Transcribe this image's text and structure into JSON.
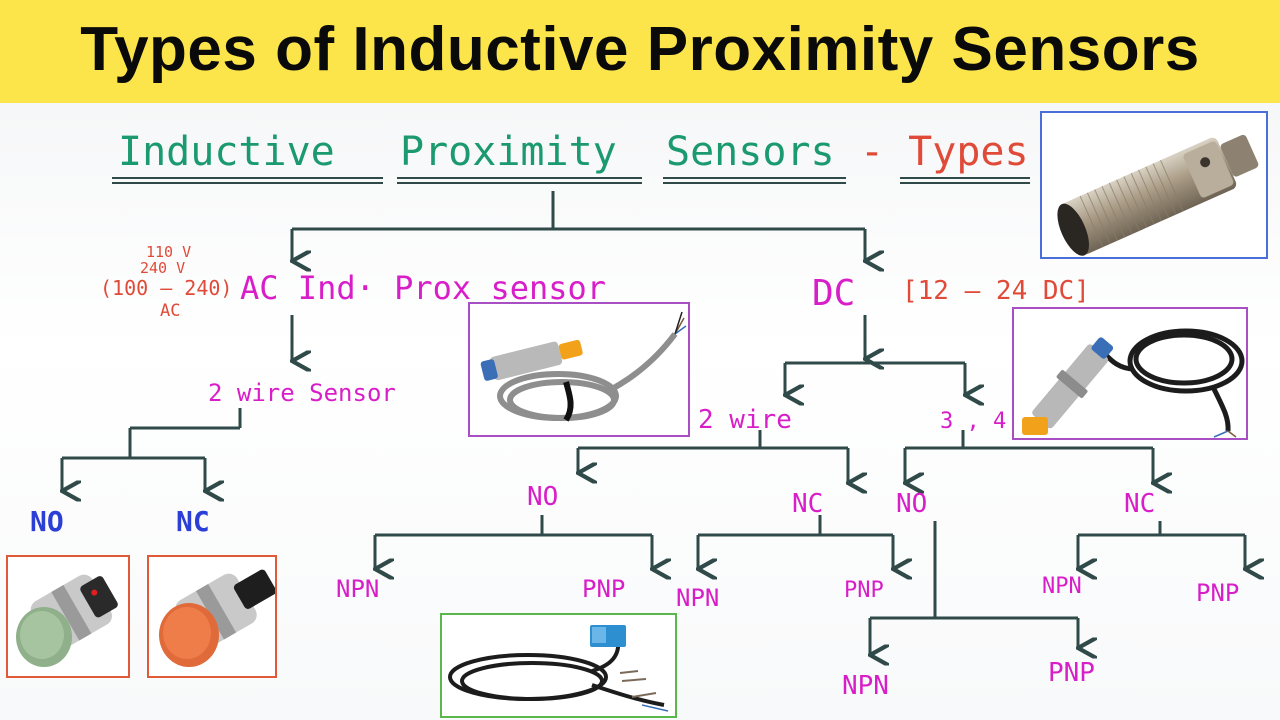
{
  "banner": {
    "title": "Types of Inductive Proximity Sensors"
  },
  "diagram": {
    "heading": {
      "inductive": "Inductive",
      "proximity": "Proximity",
      "sensors": "Sensors",
      "dash_types": "- Types"
    },
    "ac": {
      "voltage_lines": [
        "110 V",
        "240 V",
        "(100 – 240)",
        "AC"
      ],
      "label": "AC Ind· Prox sensor",
      "wire": "2 wire Sensor",
      "no": "NO",
      "nc": "NC"
    },
    "dc": {
      "label": "DC",
      "range": "[12 – 24 DC]",
      "two_wire": {
        "label": "2 wire",
        "no": {
          "label": "NO",
          "npn": "NPN",
          "pnp": "PNP"
        },
        "nc": {
          "label": "NC",
          "npn": "NPN",
          "pnp": "PNP"
        }
      },
      "three_four": {
        "label": "3 , 4",
        "no": {
          "label": "NO",
          "npn": "NPN",
          "pnp": "PNP"
        },
        "nc": {
          "label": "NC",
          "npn": "NPN",
          "pnp": "PNP"
        }
      }
    },
    "colors": {
      "green": "#1a9a6e",
      "magenta": "#d81ec8",
      "red": "#e04a38",
      "blue": "#2b3fd6",
      "arrow": "#2f4a48"
    }
  },
  "images": [
    {
      "name": "cylindrical-sensor-photo",
      "border": "#4a6fd8"
    },
    {
      "name": "cabled-sensor-photo-purple",
      "border": "#a84fc4"
    },
    {
      "name": "cabled-sensor-photo-right",
      "border": "#a84fc4"
    },
    {
      "name": "green-cap-sensor-photo",
      "border": "#e05a3a"
    },
    {
      "name": "orange-cap-sensor-photo",
      "border": "#e05a3a"
    },
    {
      "name": "block-sensor-photo",
      "border": "#5ab84a"
    }
  ]
}
